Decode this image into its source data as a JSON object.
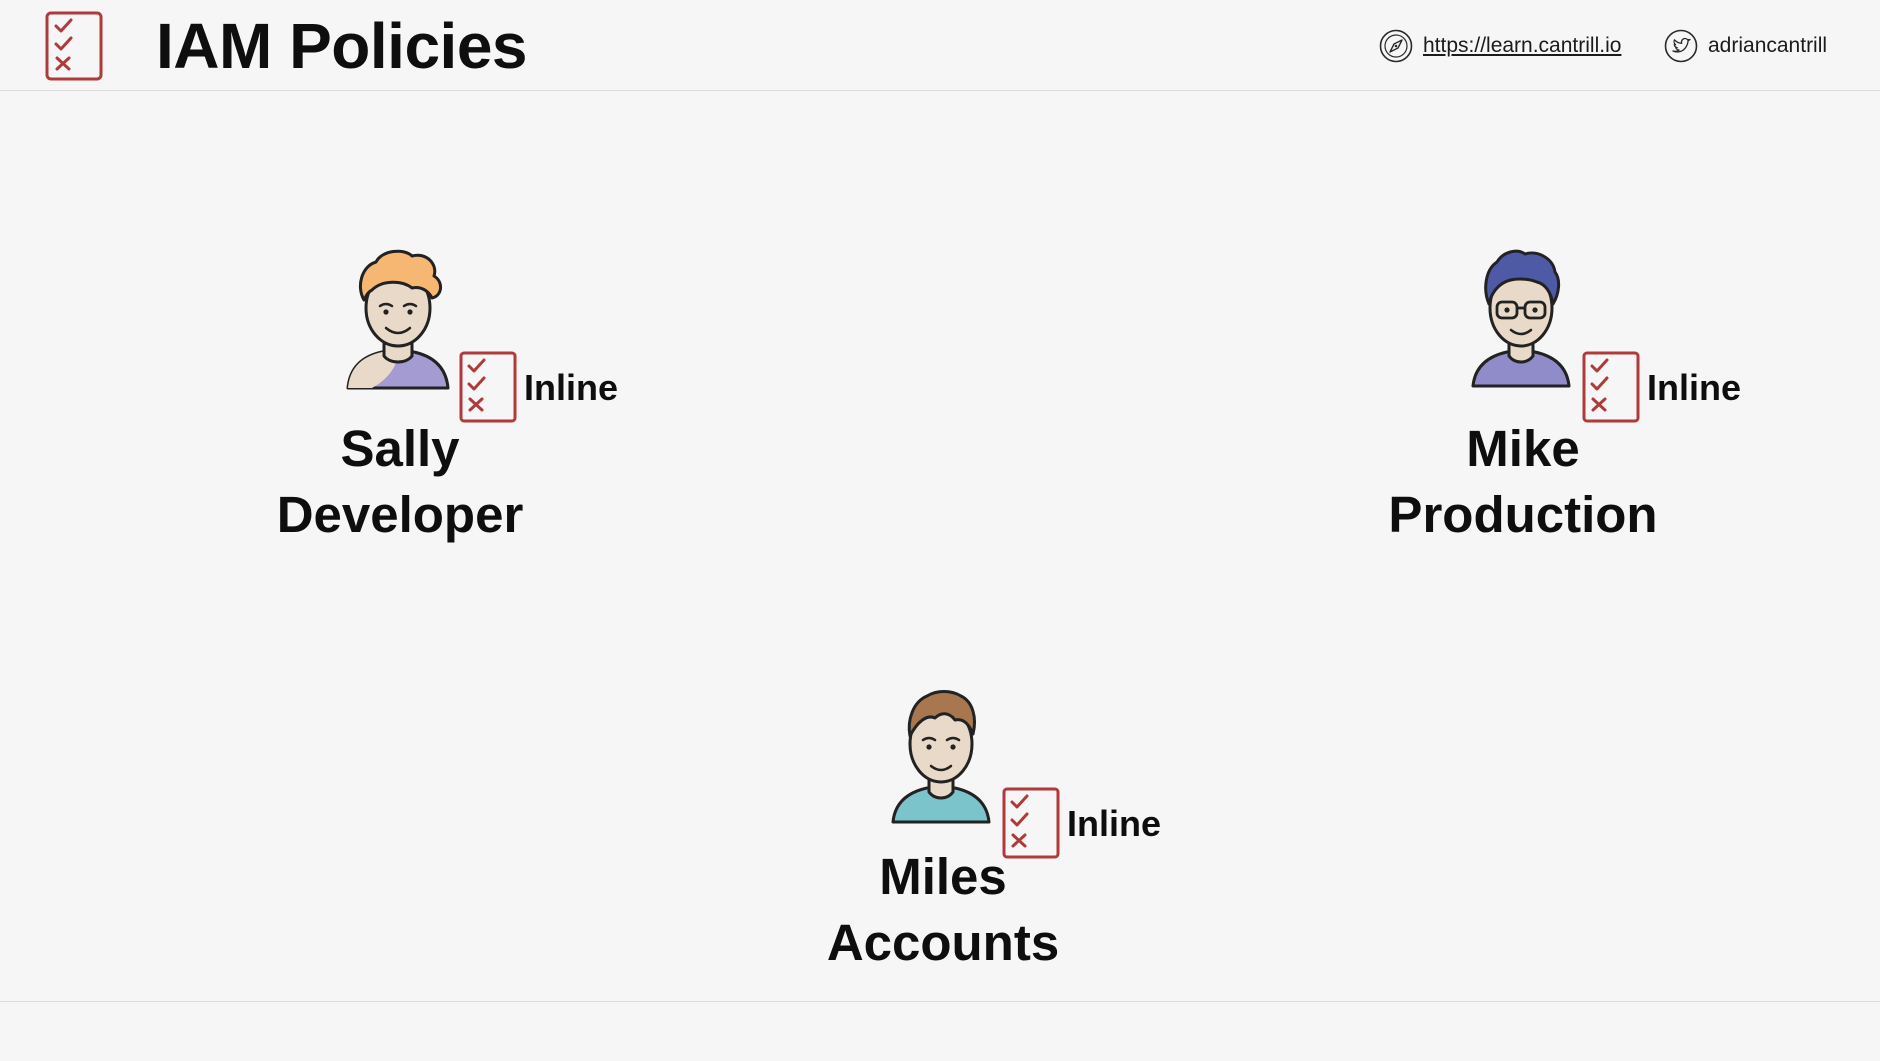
{
  "header": {
    "title": "IAM Policies",
    "logo_icon": "policy-checklist-icon",
    "site_icon": "compass-icon",
    "site_url": "https://learn.cantrill.io",
    "social_icon": "twitter-bird-icon",
    "social_handle": "adriancantrill"
  },
  "colors": {
    "policy_red": "#b03a3a",
    "background": "#f6f6f6",
    "text": "#0e0e0e"
  },
  "users": [
    {
      "first_name": "Sally",
      "role": "Developer",
      "policy_label": "Inline",
      "avatar_icon": "user-avatar-curly-orange-hair-icon",
      "hair_color": "#f6b772",
      "shirt_color": "#a49bd3"
    },
    {
      "first_name": "Mike",
      "role": "Production",
      "policy_label": "Inline",
      "avatar_icon": "user-avatar-glasses-icon",
      "hair_color": "#4f5aa6",
      "shirt_color": "#8f8cc9"
    },
    {
      "first_name": "Miles",
      "role": "Accounts",
      "policy_label": "Inline",
      "avatar_icon": "user-avatar-brown-hair-icon",
      "hair_color": "#a8774f",
      "shirt_color": "#7cc4cb"
    }
  ]
}
